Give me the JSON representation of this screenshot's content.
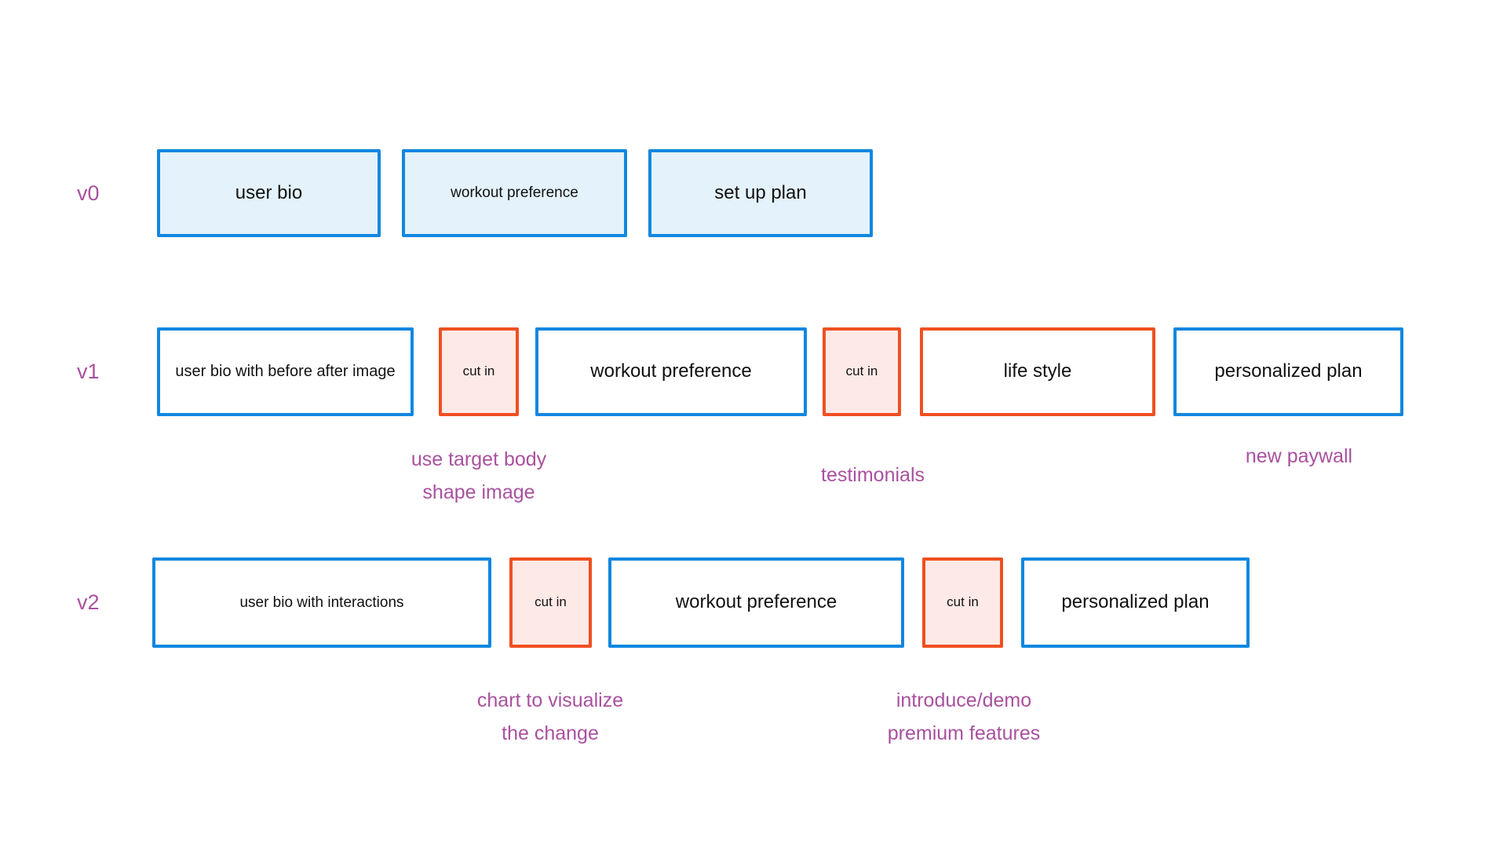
{
  "diagram": {
    "colors": {
      "blue-border": "#1187E0",
      "blue-fill": "#E4F2FC",
      "orange-border": "#F04F21",
      "pink-fill": "#FDEAE6",
      "purple-text": "#A9519F",
      "box-text": "#111111",
      "background": "#FFFFFF"
    },
    "rows": [
      {
        "label": "v0",
        "items": [
          {
            "type": "step",
            "label": "user bio"
          },
          {
            "type": "step",
            "label": "workout preference"
          },
          {
            "type": "step",
            "label": "set up plan"
          }
        ],
        "annotations": []
      },
      {
        "label": "v1",
        "items": [
          {
            "type": "step",
            "label": "user bio with before after image"
          },
          {
            "type": "cutin",
            "label": "cut in"
          },
          {
            "type": "step",
            "label": "workout preference"
          },
          {
            "type": "cutin",
            "label": "cut in"
          },
          {
            "type": "step",
            "label": "life style"
          },
          {
            "type": "step",
            "label": "personalized plan"
          }
        ],
        "annotations": [
          {
            "text": "use target body\nshape image"
          },
          {
            "text": "testimonials"
          },
          {
            "text": "new paywall"
          }
        ]
      },
      {
        "label": "v2",
        "items": [
          {
            "type": "step",
            "label": "user bio with interactions"
          },
          {
            "type": "cutin",
            "label": "cut in"
          },
          {
            "type": "step",
            "label": "workout preference"
          },
          {
            "type": "cutin",
            "label": "cut in"
          },
          {
            "type": "step",
            "label": "personalized plan"
          }
        ],
        "annotations": [
          {
            "text": "chart to visualize\nthe change"
          },
          {
            "text": "introduce/demo\npremium features"
          }
        ]
      }
    ]
  }
}
